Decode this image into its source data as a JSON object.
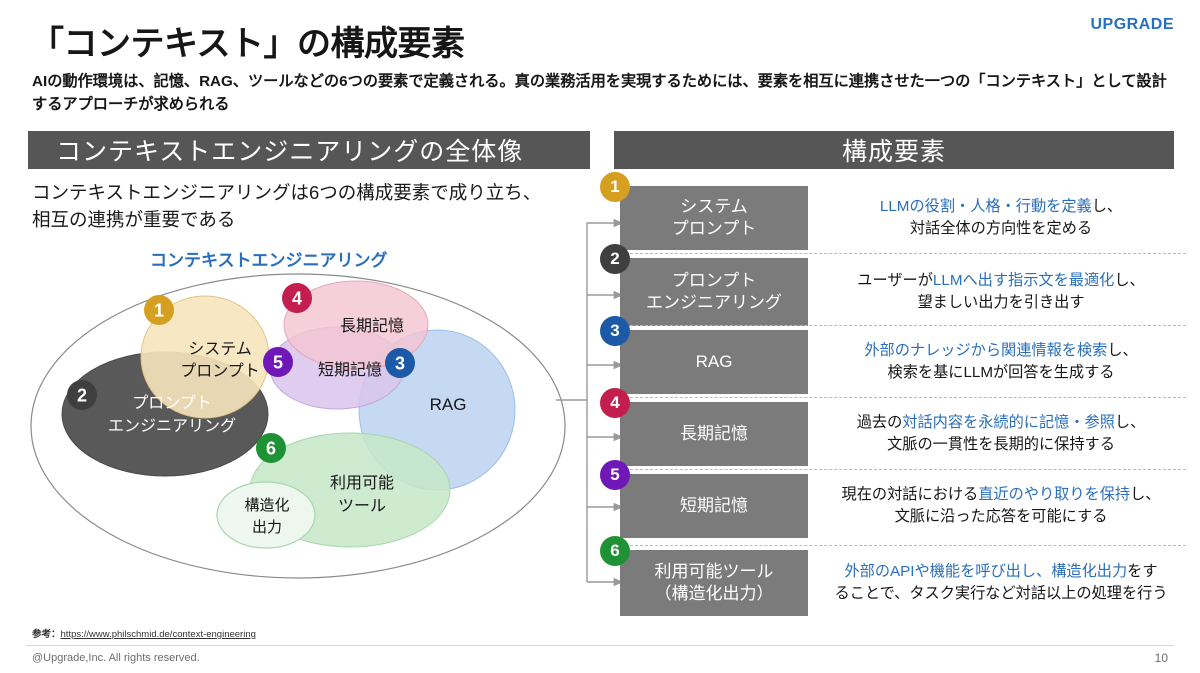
{
  "brand": "UPGRADE",
  "header": {
    "title": "「コンテキスト」の構成要素",
    "lead": "AIの動作環境は、記憶、RAG、ツールなどの6つの要素で定義される。真の業務活用を実現するためには、要素を相互に連携させた一つの「コンテキスト」として設計するアプローチが求められる"
  },
  "left_panel": {
    "band": "コンテキストエンジニアリングの全体像",
    "lead": "コンテキストエンジニアリングは6つの構成要素で成り立ち、相互の連携が重要である",
    "venn_caption": "コンテキストエンジニアリング",
    "bubbles": [
      {
        "num": "1",
        "label": "システム\nプロンプト",
        "label_line1": "システム",
        "label_line2": "プロンプト",
        "fill": "#f7e4bc",
        "stroke": "#e0c487",
        "text_color": "#161616",
        "badge_color": "#d5a021"
      },
      {
        "num": "2",
        "label": "プロンプト\nエンジニアリング",
        "label_line1": "プロンプト",
        "label_line2": "エンジニアリング",
        "fill": "#595959",
        "stroke": "#4a4a4a",
        "text_color": "#ffffff",
        "badge_color": "#3f3f3f"
      },
      {
        "num": "3",
        "label": "RAG",
        "label_line1": "RAG",
        "label_line2": "",
        "fill": "#bcd2f0",
        "stroke": "#9dbde8",
        "text_color": "#161616",
        "badge_color": "#1c5aa8"
      },
      {
        "num": "4",
        "label": "長期記憶",
        "label_line1": "長期記憶",
        "label_line2": "",
        "fill": "#f3c6d3",
        "stroke": "#e4a8ba",
        "text_color": "#161616",
        "badge_color": "#c41e4e"
      },
      {
        "num": "5",
        "label": "短期記憶",
        "label_line1": "短期記憶",
        "label_line2": "",
        "fill": "#d9c4ec",
        "stroke": "#c3a8df",
        "text_color": "#161616",
        "badge_color": "#7017b8"
      },
      {
        "num": "6",
        "label": "利用可能\nツール",
        "label_line1": "利用可能",
        "label_line2": "ツール",
        "fill": "#c6e7c8",
        "stroke": "#a7d7ab",
        "text_color": "#161616",
        "badge_color": "#1f9236"
      }
    ],
    "sub_bubble": {
      "label_line1": "構造化",
      "label_line2": "出力",
      "fill": "#eef8ef",
      "stroke": "#a7d7ab",
      "text_color": "#161616"
    },
    "outer_ellipse_stroke": "#8a8a8a"
  },
  "right_panel": {
    "band": "構成要素",
    "rows": [
      {
        "num": "1",
        "badge_color": "#d5a021",
        "title_line1": "システム",
        "title_line2": "プロンプト",
        "desc_parts": [
          {
            "text": "LLMの役割・人格・行動を定義",
            "highlight": true
          },
          {
            "text": "し、",
            "highlight": false
          },
          {
            "text": "\n",
            "highlight": false
          },
          {
            "text": "対話全体の方向性を定める",
            "highlight": false
          }
        ]
      },
      {
        "num": "2",
        "badge_color": "#3f3f3f",
        "title_line1": "プロンプト",
        "title_line2": "エンジニアリング",
        "desc_parts": [
          {
            "text": "ユーザーが",
            "highlight": false
          },
          {
            "text": "LLMへ出す指示文を最適化",
            "highlight": true
          },
          {
            "text": "し、",
            "highlight": false
          },
          {
            "text": "\n",
            "highlight": false
          },
          {
            "text": "望ましい出力を引き出す",
            "highlight": false
          }
        ]
      },
      {
        "num": "3",
        "badge_color": "#1c5aa8",
        "title_line1": "RAG",
        "title_line2": "",
        "desc_parts": [
          {
            "text": "外部のナレッジから関連情報を検索",
            "highlight": true
          },
          {
            "text": "し、",
            "highlight": false
          },
          {
            "text": "\n",
            "highlight": false
          },
          {
            "text": "検索を基にLLMが回答を生成する",
            "highlight": false
          }
        ]
      },
      {
        "num": "4",
        "badge_color": "#c41e4e",
        "title_line1": "長期記憶",
        "title_line2": "",
        "desc_parts": [
          {
            "text": "過去の",
            "highlight": false
          },
          {
            "text": "対話内容を永続的に記憶・参照",
            "highlight": true
          },
          {
            "text": "し、",
            "highlight": false
          },
          {
            "text": "\n",
            "highlight": false
          },
          {
            "text": "文脈の一貫性を長期的に保持する",
            "highlight": false
          }
        ]
      },
      {
        "num": "5",
        "badge_color": "#7017b8",
        "title_line1": "短期記憶",
        "title_line2": "",
        "desc_parts": [
          {
            "text": "現在の対話における",
            "highlight": false
          },
          {
            "text": "直近のやり取りを保持",
            "highlight": true
          },
          {
            "text": "し、",
            "highlight": false
          },
          {
            "text": "\n",
            "highlight": false
          },
          {
            "text": "文脈に沿った応答を可能にする",
            "highlight": false
          }
        ]
      },
      {
        "num": "6",
        "badge_color": "#1f9236",
        "title_line1": "利用可能ツール",
        "title_line2": "（構造化出力）",
        "desc_parts": [
          {
            "text": "外部のAPIや機能を呼び出し、構造化出力",
            "highlight": true
          },
          {
            "text": "をす",
            "highlight": false
          },
          {
            "text": "\n",
            "highlight": false
          },
          {
            "text": "ることで、タスク実行など対話以上の処理を行う",
            "highlight": false
          }
        ]
      }
    ]
  },
  "footer": {
    "ref_label": "参考：",
    "ref_url": "https://www.philschmid.de/context-engineering",
    "copyright": "@Upgrade,Inc. All rights reserved.",
    "page": "10"
  }
}
